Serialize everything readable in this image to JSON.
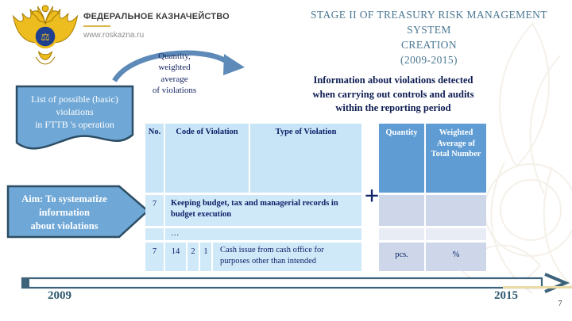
{
  "logo": {
    "org_name": "ФЕДЕРАЛЬНОЕ КАЗНАЧЕЙСТВО",
    "url": "www.roskazna.ru",
    "emblem_icon": "double-headed-eagle-emblem"
  },
  "title": {
    "line1": "STAGE II OF TREASURY RISK MANAGEMENT SYSTEM",
    "line2": "CREATION",
    "line3": "(2009-2015)"
  },
  "callout": {
    "label": "Quantity,\nweighted\naverage\nof violations"
  },
  "list_box": {
    "text": "List of possible (basic)\nviolations\nin FTTB 's operation"
  },
  "aim_box": {
    "text": "Aim: To systematize\ninformation\nabout violations"
  },
  "info_heading": {
    "text": "Information about violations detected\nwhen carrying out controls and audits\nwithin the reporting period"
  },
  "table": {
    "headers": [
      "No.",
      "Code of Violation",
      "Type of Violation",
      "Quantity",
      "Weighted Average of Total Number"
    ],
    "rows": [
      {
        "no": "7",
        "description": "Keeping budget, tax and managerial records in budget execution",
        "quantity": "",
        "weighted": ""
      },
      {
        "no": "",
        "description": "…",
        "quantity": "",
        "weighted": ""
      },
      {
        "no": "7",
        "codes": [
          "14",
          "2",
          "1"
        ],
        "description": "Cash issue from cash office for purposes other than intended",
        "quantity": "pcs.",
        "weighted": "%"
      }
    ]
  },
  "plus_sign": "+",
  "timeline": {
    "start_year": "2009",
    "end_year": "2015"
  },
  "page_number": "7",
  "colors": {
    "title_text": "#4b7893",
    "navy_text": "#0b1f66",
    "header_cell_light": "#c7e5f7",
    "body_cell_light": "#d0e9f9",
    "header_cell_dark": "#5e9cd3",
    "right_cell_gray": "#cdd7e9",
    "right_cell_gray_light": "#e8ecf4",
    "shape_blue": "#6fa7d6",
    "shape_border": "#2c4d63",
    "timeline_color": "#3d637a",
    "gold_accent": "#d9b64a",
    "pale_gold_line": "#eadaa4"
  }
}
